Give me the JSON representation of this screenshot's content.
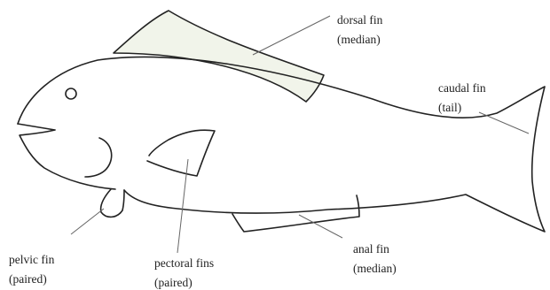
{
  "labels": {
    "dorsal": {
      "line1": "dorsal fin",
      "line2": "(median)"
    },
    "caudal": {
      "line1": "caudal fin",
      "line2": "(tail)"
    },
    "pelvic": {
      "line1": "pelvic fin",
      "line2": "(paired)"
    },
    "pectoral": {
      "line1": "pectoral fins",
      "line2": "(paired)"
    },
    "anal": {
      "line1": "anal fin",
      "line2": "(median)"
    }
  }
}
